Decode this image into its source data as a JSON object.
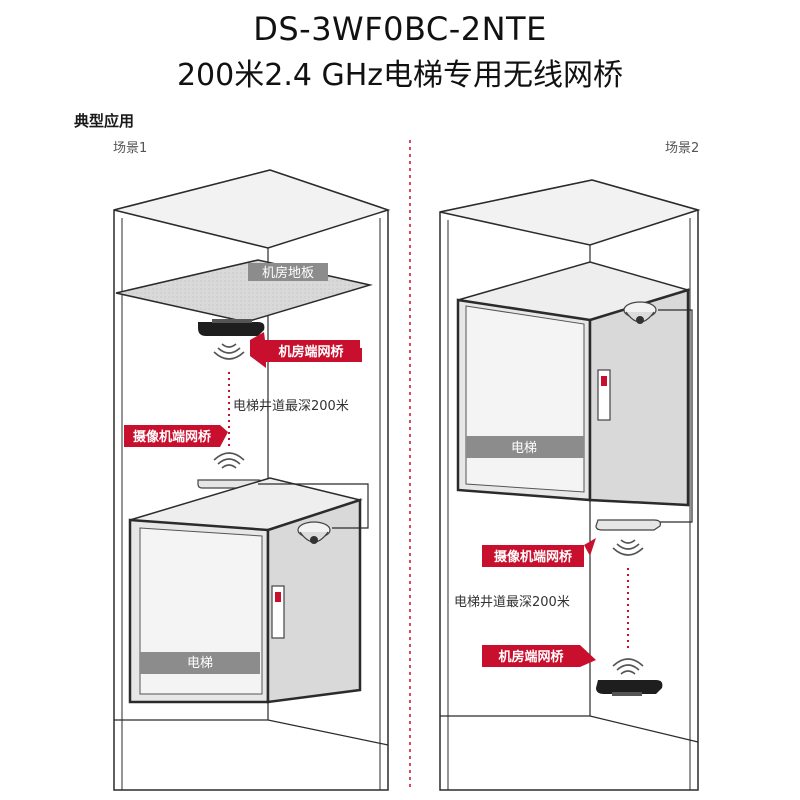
{
  "title": {
    "model": "DS-3WF0BC-2NTE",
    "subtitle": "200米2.4 GHz电梯专用无线网桥"
  },
  "section_label": "典型应用",
  "scene1": {
    "label": "场景1",
    "floor_label": "机房地板",
    "room_bridge_label": "机房端网桥",
    "camera_bridge_label": "摄像机端网桥",
    "shaft_label": "电梯井道最深200米",
    "elevator_label": "电梯"
  },
  "scene2": {
    "label": "场景2",
    "elevator_label": "电梯",
    "camera_bridge_label": "摄像机端网桥",
    "shaft_label": "电梯井道最深200米",
    "room_bridge_label": "机房端网桥"
  },
  "colors": {
    "accent_red": "#c8102e",
    "label_grey": "#8c8c8c",
    "line": "#2b2b2b",
    "fill_light": "#eeeeee"
  },
  "icons": [
    "wifi-signal-icon",
    "dome-camera-icon",
    "wireless-bridge-icon",
    "door-panel-icon"
  ]
}
